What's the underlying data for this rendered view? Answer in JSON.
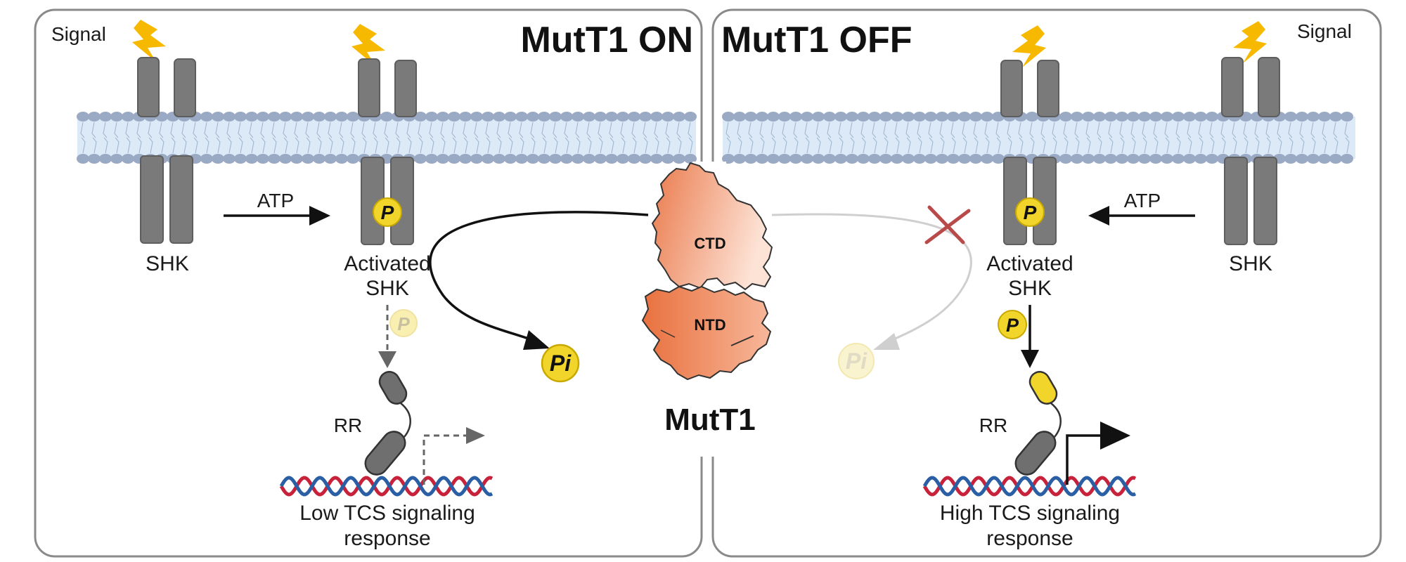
{
  "left_panel": {
    "title": "MutT1 ON",
    "signal": "Signal",
    "atp": "ATP",
    "shk": "SHK",
    "activated_line1": "Activated",
    "activated_line2": "SHK",
    "phospho": "P",
    "pi": "Pi",
    "rr": "RR",
    "response_line1": "Low TCS signaling",
    "response_line2": "response"
  },
  "right_panel": {
    "title": "MutT1 OFF",
    "signal": "Signal",
    "atp": "ATP",
    "shk": "SHK",
    "activated_line1": "Activated",
    "activated_line2": "SHK",
    "phospho": "P",
    "pi": "Pi",
    "rr": "RR",
    "response_line1": "High TCS signaling",
    "response_line2": "response"
  },
  "protein": {
    "name": "MutT1",
    "ctd": "CTD",
    "ntd": "NTD"
  },
  "colors": {
    "panel_border": "#8a8a8a",
    "receptor": "#7a7a7a",
    "membrane_head": "#9aa9c4",
    "membrane_band": "#dce9f6",
    "lightning": "#f7b900",
    "phosphate": "#f2d52a",
    "protein_dark": "#ea7a4c",
    "protein_light": "#fde3d6",
    "dna_red": "#c8213a",
    "dna_blue": "#2a5fa6",
    "inhibit_x": "#b84a4a"
  },
  "icons": {
    "signal": "lightning-icon",
    "inhibition": "cross-icon",
    "transcription": "bent-arrow-icon"
  }
}
